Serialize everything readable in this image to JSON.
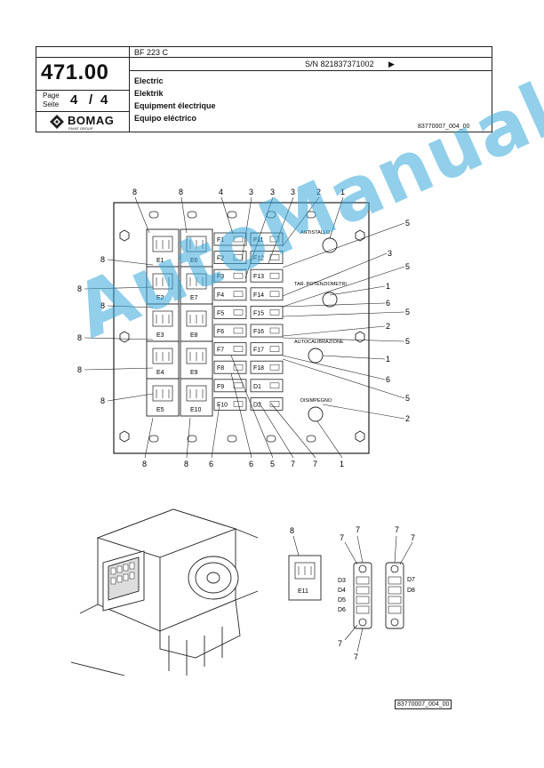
{
  "header": {
    "model": "BF 223 C",
    "serial": "S/N 821837371002",
    "serial_arrow": "▶",
    "doc_number": "471.00",
    "page_label": "Page",
    "seite_label": "Seite",
    "page_current": "4",
    "page_sep": "/",
    "page_total": "4",
    "brand": "BOMAG",
    "brand_sub": "FAYAT GROUP",
    "titles": [
      "Electric",
      "Elektrik",
      "Equipment électrique",
      "Equipo eléctrico"
    ],
    "ref_code": "83770007_004_00"
  },
  "panel": {
    "modules_left": [
      "E1",
      "E2",
      "E3",
      "E4",
      "E5"
    ],
    "modules_right": [
      "E6",
      "E7",
      "E8",
      "E9",
      "E10"
    ],
    "fuses_col1": [
      "F1",
      "F2",
      "F3",
      "F4",
      "F5",
      "F6",
      "F7",
      "F8",
      "F9",
      "F10"
    ],
    "fuses_col2": [
      "F11",
      "F12",
      "F13",
      "F14",
      "F15",
      "F16",
      "F17",
      "F18",
      "D1",
      "D2"
    ],
    "label_antistallo": "ANTISTALLO",
    "label_tar": "TAR. POTENZIOMETRI",
    "label_autocal": "AUTOCALIBRAZIONE",
    "label_disimpegno": "DISIMPEGNO",
    "callouts_top": [
      "8",
      "8",
      "4",
      "3",
      "3",
      "3",
      "2",
      "1"
    ],
    "callouts_left": [
      "8",
      "8",
      "8",
      "8",
      "8",
      "8"
    ],
    "callouts_right": [
      "5",
      "3",
      "5",
      "1",
      "6",
      "5",
      "2",
      "5",
      "1",
      "6",
      "5",
      "2"
    ],
    "callouts_bottom": [
      "8",
      "8",
      "6",
      "6",
      "5",
      "7",
      "7",
      "1"
    ]
  },
  "detail": {
    "module_label": "E11",
    "module_callout": "8",
    "diodes_left": [
      "D3",
      "D4",
      "D5",
      "D6"
    ],
    "diodes_right": [
      "D7",
      "D8"
    ],
    "callout_7": "7"
  },
  "footer_ref": "83770007_004_00",
  "watermark": "AutoManual"
}
